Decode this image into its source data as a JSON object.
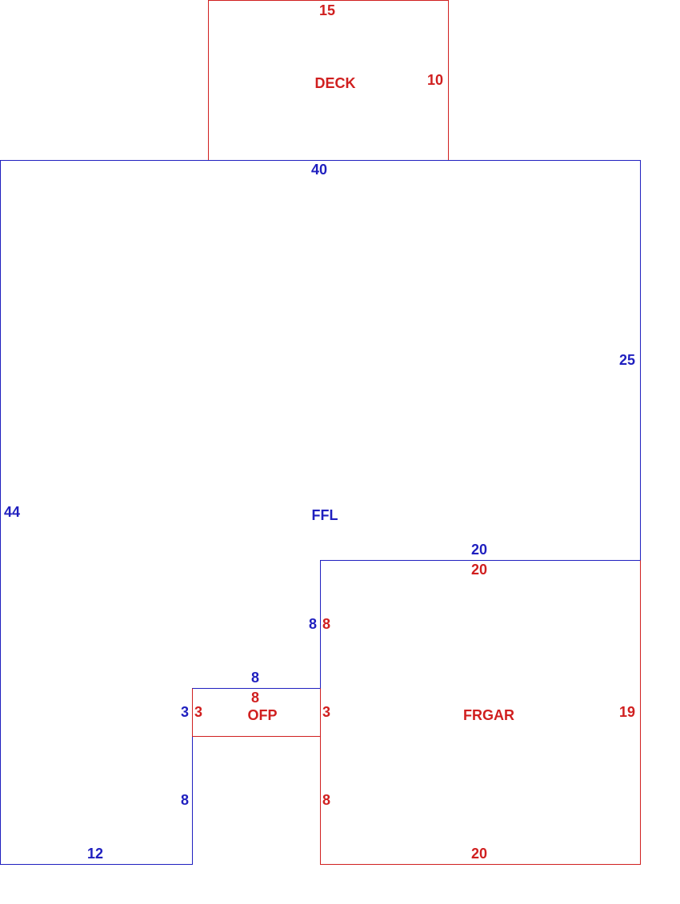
{
  "colors": {
    "living": "#1f1fbf",
    "other": "#d01f1f"
  },
  "areas": {
    "deck": {
      "label": "DECK",
      "top": "15",
      "right": "10"
    },
    "ffl": {
      "label": "FFL",
      "top": "40",
      "right": "25",
      "left": "44",
      "bottom": "12",
      "step_top": "20",
      "step_left": "8",
      "porch_top": "8",
      "porch_left": "3",
      "porch_lower": "8"
    },
    "ofp": {
      "label": "OFP",
      "top": "8",
      "left": "3",
      "right": "3"
    },
    "frgar": {
      "label": "FRGAR",
      "top": "20",
      "left_upper": "8",
      "left_lower": "8",
      "right": "19",
      "bottom": "20"
    }
  }
}
